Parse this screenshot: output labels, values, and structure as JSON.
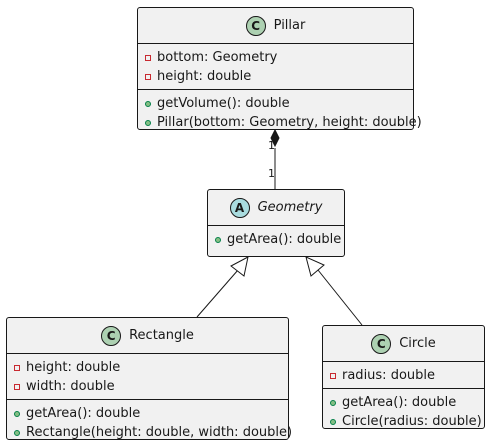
{
  "classes": {
    "pillar": {
      "badge": "C",
      "name": "Pillar",
      "fields": [
        {
          "visibility": "private",
          "text": "bottom: Geometry"
        },
        {
          "visibility": "private",
          "text": "height: double"
        }
      ],
      "methods": [
        {
          "visibility": "public",
          "text": "getVolume(): double"
        },
        {
          "visibility": "public",
          "text": "Pillar(bottom: Geometry, height: double)"
        }
      ]
    },
    "geometry": {
      "badge": "A",
      "name": "Geometry",
      "abstract": true,
      "methods": [
        {
          "visibility": "public",
          "text": "getArea(): double"
        }
      ]
    },
    "rectangle": {
      "badge": "C",
      "name": "Rectangle",
      "fields": [
        {
          "visibility": "private",
          "text": "height: double"
        },
        {
          "visibility": "private",
          "text": "width: double"
        }
      ],
      "methods": [
        {
          "visibility": "public",
          "text": "getArea(): double"
        },
        {
          "visibility": "public",
          "text": "Rectangle(height: double, width: double)"
        }
      ]
    },
    "circle": {
      "badge": "C",
      "name": "Circle",
      "fields": [
        {
          "visibility": "private",
          "text": "radius: double"
        }
      ],
      "methods": [
        {
          "visibility": "public",
          "text": "getArea(): double"
        },
        {
          "visibility": "public",
          "text": "Circle(radius: double)"
        }
      ]
    }
  },
  "relations": {
    "composition": {
      "from": "Pillar",
      "to": "Geometry",
      "from_multiplicity": "1",
      "to_multiplicity": "1"
    },
    "inheritance": [
      {
        "child": "Rectangle",
        "parent": "Geometry"
      },
      {
        "child": "Circle",
        "parent": "Geometry"
      }
    ]
  },
  "colors": {
    "class_fill": "#f1f1f1",
    "border": "#181818",
    "class_badge": "#add1b2",
    "abstract_badge": "#a9dcdf",
    "private_marker": "#c82930",
    "public_marker": "#84be84"
  }
}
